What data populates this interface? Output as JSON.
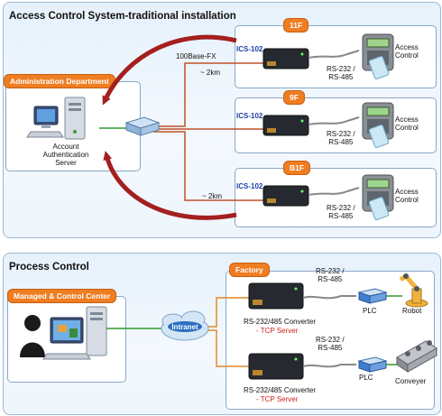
{
  "access": {
    "title": "Access Control System-traditional installation",
    "admin_tag": "Administration Department",
    "server_label": "Account\nAuthentication\nServer",
    "fiber_label": "100Base-FX",
    "distance_top": "~ 2km",
    "distance_bottom": "~ 2km",
    "floors": [
      {
        "tag": "11F",
        "device": "ICS-102",
        "serial": "RS-232 /\nRS-485",
        "terminal": "Access\nControl"
      },
      {
        "tag": "9F",
        "device": "ICS-102",
        "serial": "RS-232 /\nRS-485",
        "terminal": "Access\nControl"
      },
      {
        "tag": "B1F",
        "device": "ICS-102",
        "serial": "RS-232 /\nRS-485",
        "terminal": "Access\nControl"
      }
    ]
  },
  "process": {
    "title": "Process Control",
    "center_tag": "Managed & Control Center",
    "cloud_label": "Intranet",
    "factory_tag": "Factory",
    "rows": [
      {
        "serial": "RS-232 /\nRS-485",
        "converter": "RS-232/485 Converter",
        "server": "- TCP Server",
        "plc": "PLC",
        "machine": "Robot"
      },
      {
        "serial": "RS-232 /\nRS-485",
        "converter": "RS-232/485 Converter",
        "server": "- TCP Server",
        "plc": "PLC",
        "machine": "Conveyer"
      }
    ]
  },
  "colors": {
    "fiber_line": "#c0502a",
    "copper_line": "#2f9a2f",
    "arrow": "#a41f1f",
    "tag": "#ef7d22"
  }
}
